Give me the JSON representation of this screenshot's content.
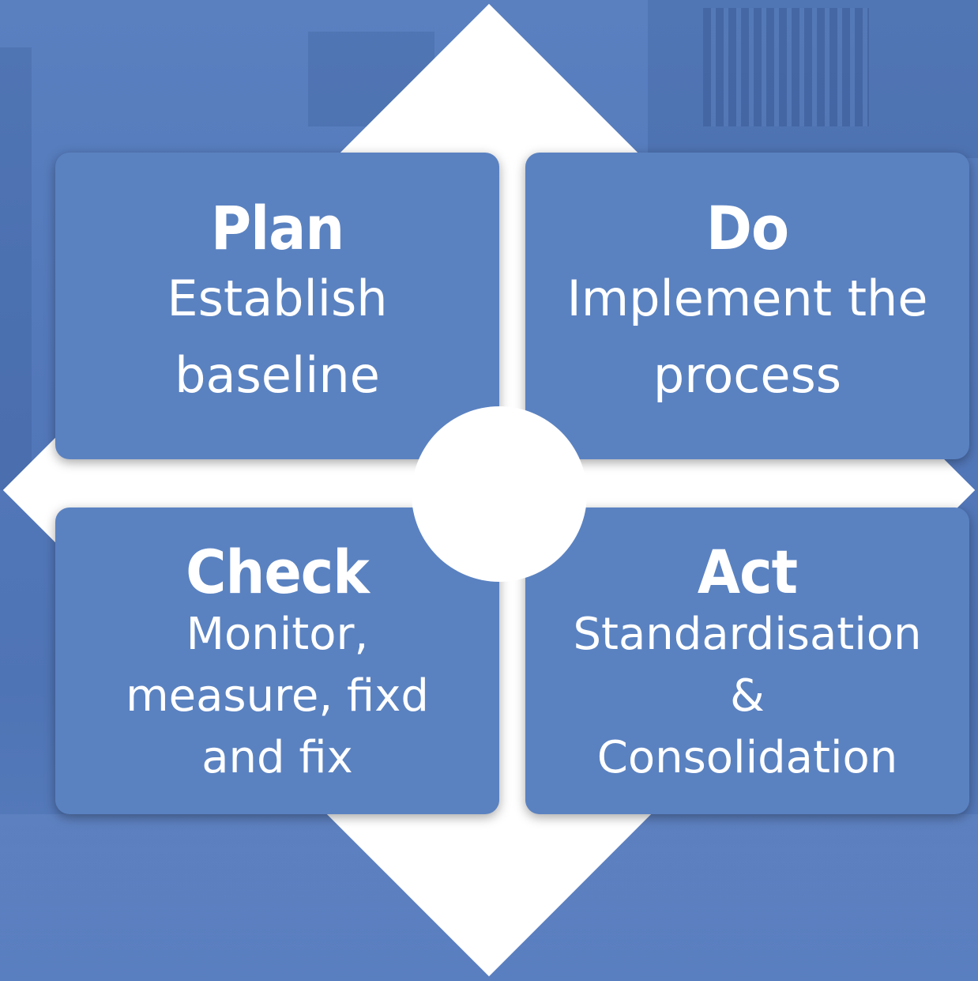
{
  "colors": {
    "background": "#5378ba",
    "card": "#5a82c1",
    "diamond": "#ffffff",
    "text": "#ffffff"
  },
  "quadrants": [
    {
      "title": "Plan",
      "text": "Establish\nbaseline"
    },
    {
      "title": "Do",
      "text": "Implement the\nprocess"
    },
    {
      "title": "Check",
      "text": "Monitor,\nmeasure, fixd\nand fix"
    },
    {
      "title": "Act",
      "text": "Standardisation\n&\nConsolidation"
    }
  ]
}
